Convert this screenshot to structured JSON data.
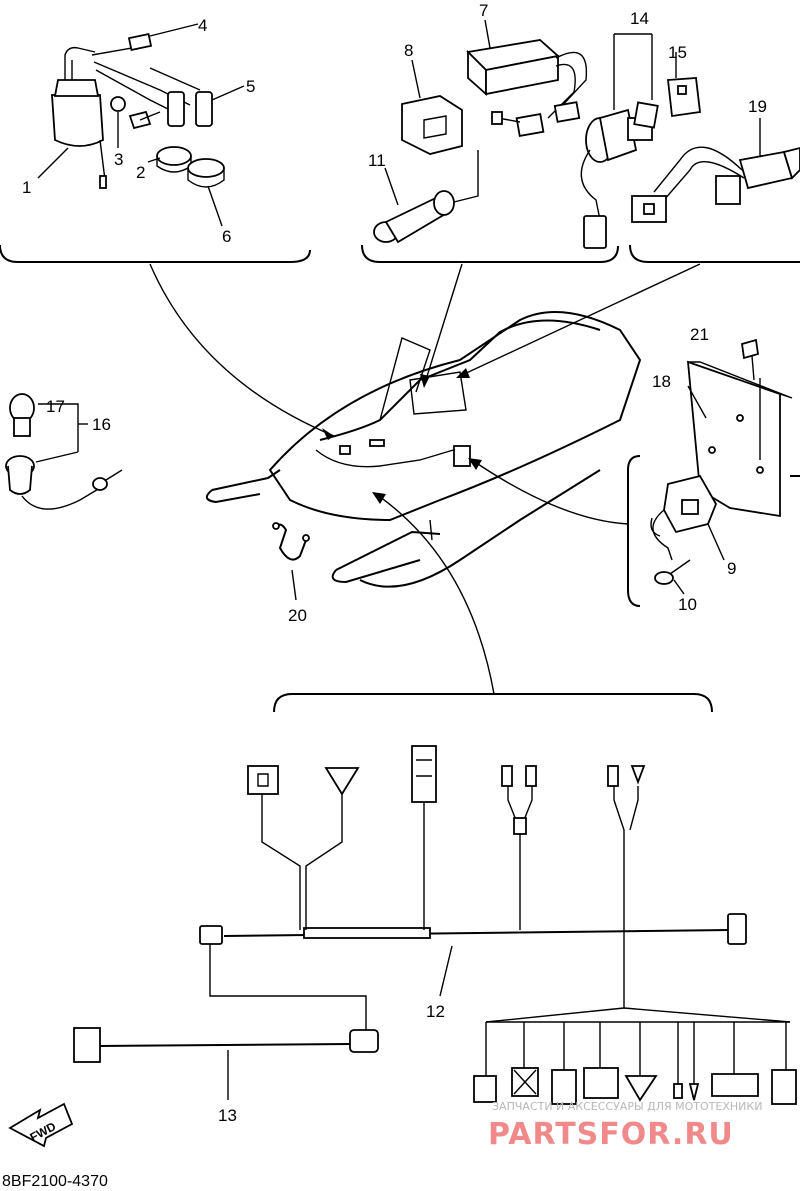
{
  "callouts": [
    {
      "id": "c1",
      "text": "1"
    },
    {
      "id": "c2",
      "text": "2"
    },
    {
      "id": "c3",
      "text": "3"
    },
    {
      "id": "c4",
      "text": "4"
    },
    {
      "id": "c5",
      "text": "5"
    },
    {
      "id": "c6",
      "text": "6"
    },
    {
      "id": "c7",
      "text": "7"
    },
    {
      "id": "c8",
      "text": "8"
    },
    {
      "id": "c9",
      "text": "9"
    },
    {
      "id": "c10",
      "text": "10"
    },
    {
      "id": "c11",
      "text": "11"
    },
    {
      "id": "c12",
      "text": "12"
    },
    {
      "id": "c13",
      "text": "13"
    },
    {
      "id": "c14",
      "text": "14"
    },
    {
      "id": "c15",
      "text": "15"
    },
    {
      "id": "c16",
      "text": "16"
    },
    {
      "id": "c17",
      "text": "17"
    },
    {
      "id": "c18",
      "text": "18"
    },
    {
      "id": "c19",
      "text": "19"
    },
    {
      "id": "c20",
      "text": "20"
    },
    {
      "id": "c21",
      "text": "21"
    }
  ],
  "fwd_label": "FWD",
  "diagram_code": "8BF2100-4370",
  "watermark": {
    "line1": "ЗАПЧАСТИ И АКСЕССУАРЫ ДЛЯ МОТОТЕХНИКИ",
    "line2": "PARTSFOR.RU"
  },
  "colors": {
    "ink": "#000000",
    "background": "#ffffff",
    "watermark_red": "#f08a8a",
    "watermark_gray": "#b8b8b8"
  }
}
